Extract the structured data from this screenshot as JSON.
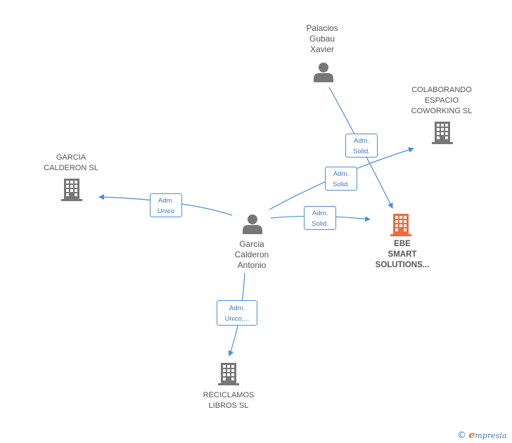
{
  "nodes": {
    "palacios": {
      "label": "Palacios\nGubau\nXavier",
      "type": "person"
    },
    "colaborando": {
      "label": "COLABORANDO\nESPACIO\nCOWORKING SL",
      "type": "company"
    },
    "garcia_calderon_sl": {
      "label": "GARCIA\nCALDERON SL",
      "type": "company"
    },
    "garcia_antonio": {
      "label": "Garcia\nCalderon\nAntonio",
      "type": "person"
    },
    "ebe": {
      "label": "EBE\nSMART\nSOLUTIONS...",
      "type": "company-main"
    },
    "reciclamos": {
      "label": "RECICLAMOS\nLIBROS  SL",
      "type": "company"
    }
  },
  "edges": {
    "palacios_ebe": {
      "label": "Adm.\nSolid."
    },
    "antonio_colaborando": {
      "label": "Adm.\nSolid."
    },
    "antonio_garcia_sl": {
      "label": "Adm.\nUnico"
    },
    "antonio_ebe": {
      "label": "Adm.\nSolid."
    },
    "antonio_reciclamos": {
      "label": "Adm.\nUnico,..."
    }
  },
  "colors": {
    "edge": "#4a90d9",
    "icon_gray": "#777777",
    "icon_main": "#f26a3c"
  },
  "brand": {
    "copyright": "©",
    "name": "mpresia",
    "initial": "e"
  }
}
